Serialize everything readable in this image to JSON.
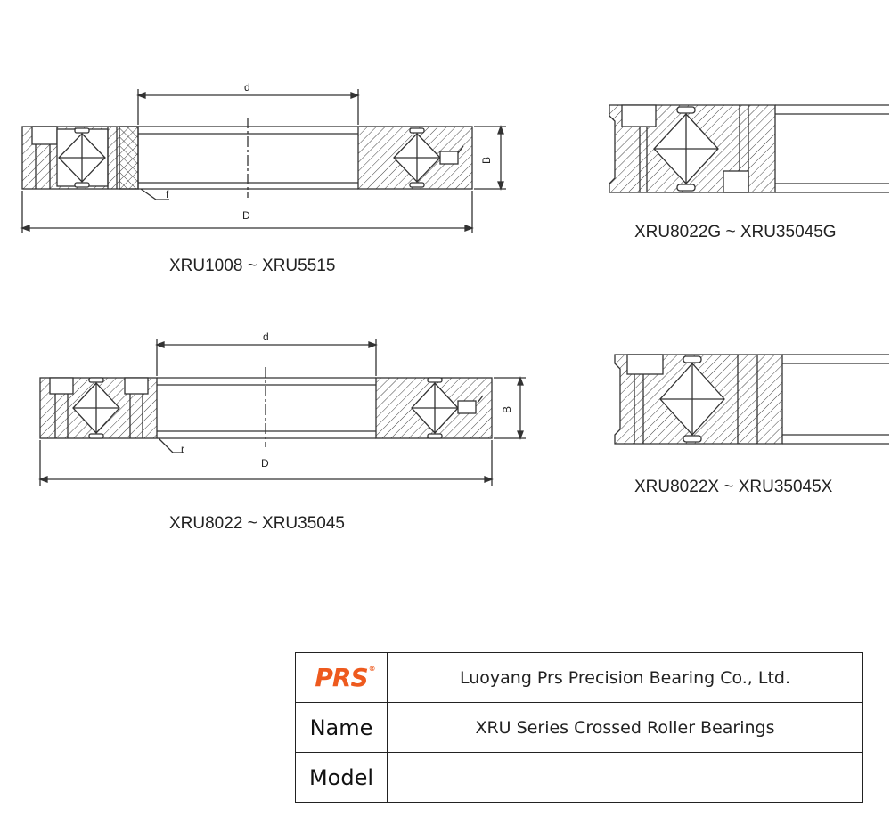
{
  "diagrams": [
    {
      "caption": "XRU1008 ~ XRU5515",
      "labels": {
        "d": "d",
        "D": "D",
        "B": "B",
        "f": "f"
      }
    },
    {
      "caption": "XRU8022G ~ XRU35045G"
    },
    {
      "caption": "XRU8022 ~ XRU35045",
      "labels": {
        "d": "d",
        "D": "D",
        "B": "B",
        "r": "r"
      }
    },
    {
      "caption": "XRU8022X ~ XRU35045X"
    }
  ],
  "info_table": {
    "logo_text": "PRS",
    "logo_mark": "®",
    "company": "Luoyang Prs Precision Bearing Co., Ltd.",
    "name_label": "Name",
    "name_value": "XRU Series Crossed Roller Bearings",
    "model_label": "Model",
    "model_value": ""
  },
  "colors": {
    "line": "#333333",
    "logo": "#ee5a1e"
  }
}
